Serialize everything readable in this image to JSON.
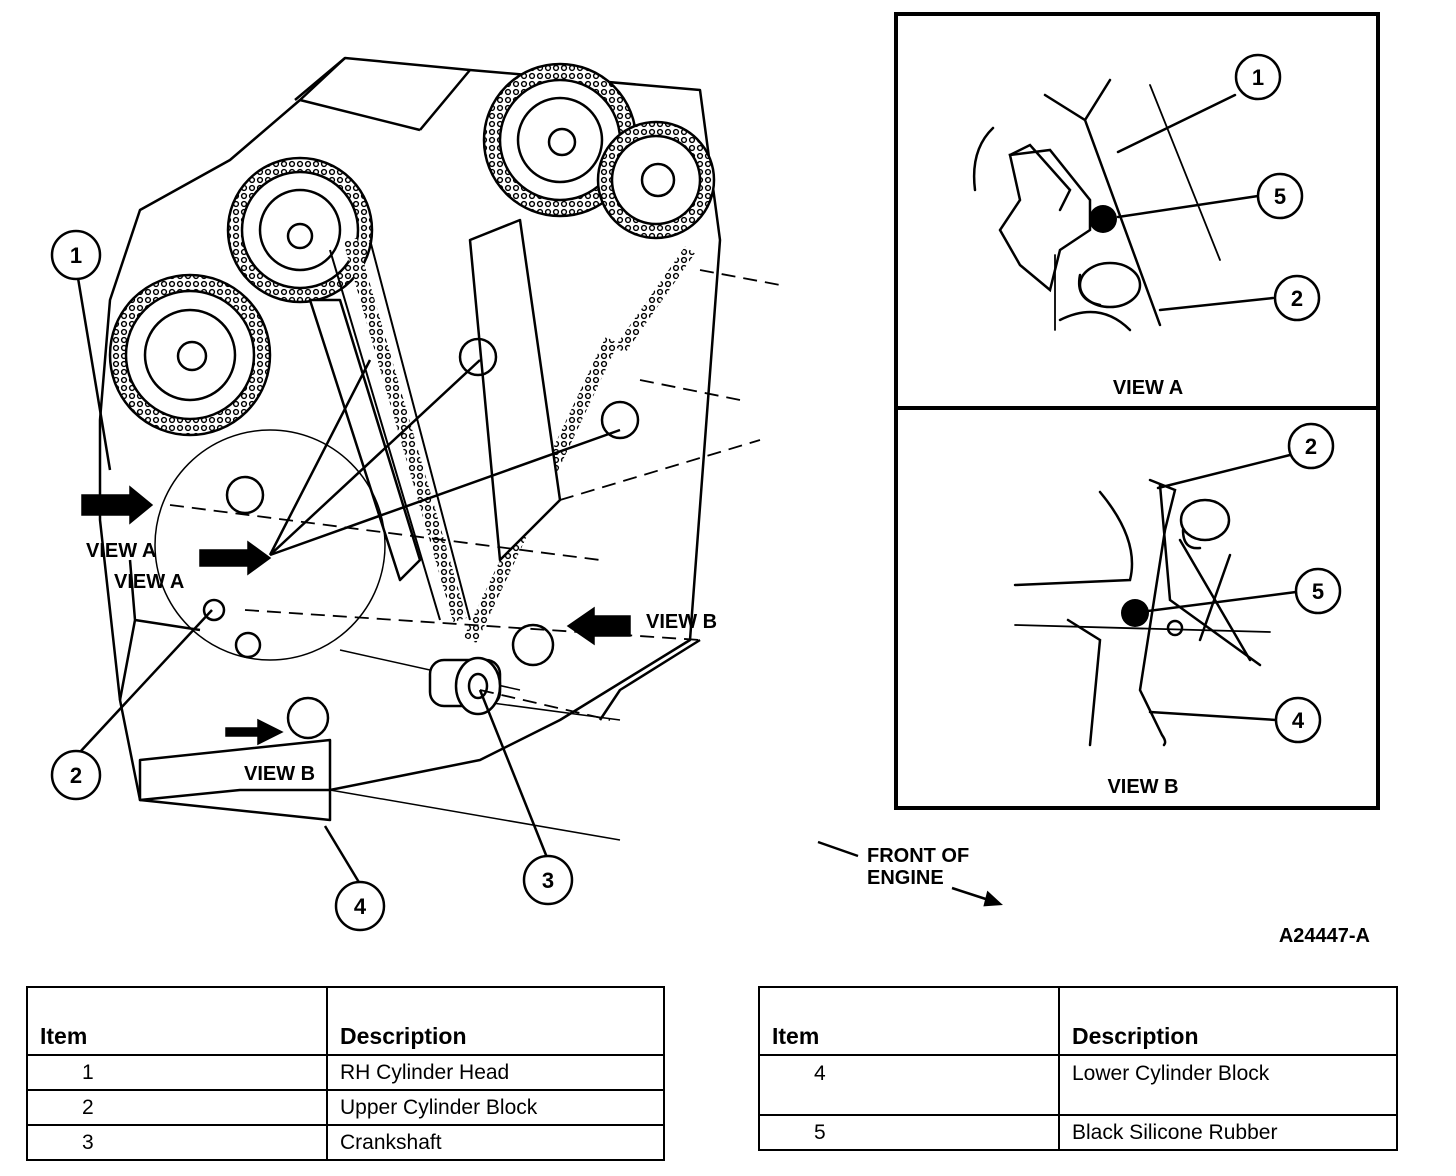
{
  "figure_id": "A24447-A",
  "front_of_engine": {
    "line1": "FRONT OF",
    "line2": "ENGINE"
  },
  "main_view": {
    "callouts": [
      "1",
      "2",
      "3",
      "4"
    ],
    "view_a_label_1": "VIEW A",
    "view_a_label_2": "VIEW A",
    "view_b_label_right": "VIEW B",
    "view_b_label_bottom": "VIEW B"
  },
  "inset_view_a": {
    "title": "VIEW A",
    "callouts": [
      "1",
      "5",
      "2"
    ]
  },
  "inset_view_b": {
    "title": "VIEW B",
    "callouts": [
      "2",
      "5",
      "4"
    ]
  },
  "legend_left": {
    "header_item": "Item",
    "header_description": "Description",
    "rows": [
      {
        "item": "1",
        "description": "RH Cylinder Head"
      },
      {
        "item": "2",
        "description": "Upper Cylinder Block"
      },
      {
        "item": "3",
        "description": "Crankshaft"
      }
    ]
  },
  "legend_right": {
    "header_item": "Item",
    "header_description": "Description",
    "rows": [
      {
        "item": "4",
        "description": "Lower Cylinder Block"
      },
      {
        "item": "5",
        "description": "Black Silicone Rubber"
      }
    ]
  }
}
